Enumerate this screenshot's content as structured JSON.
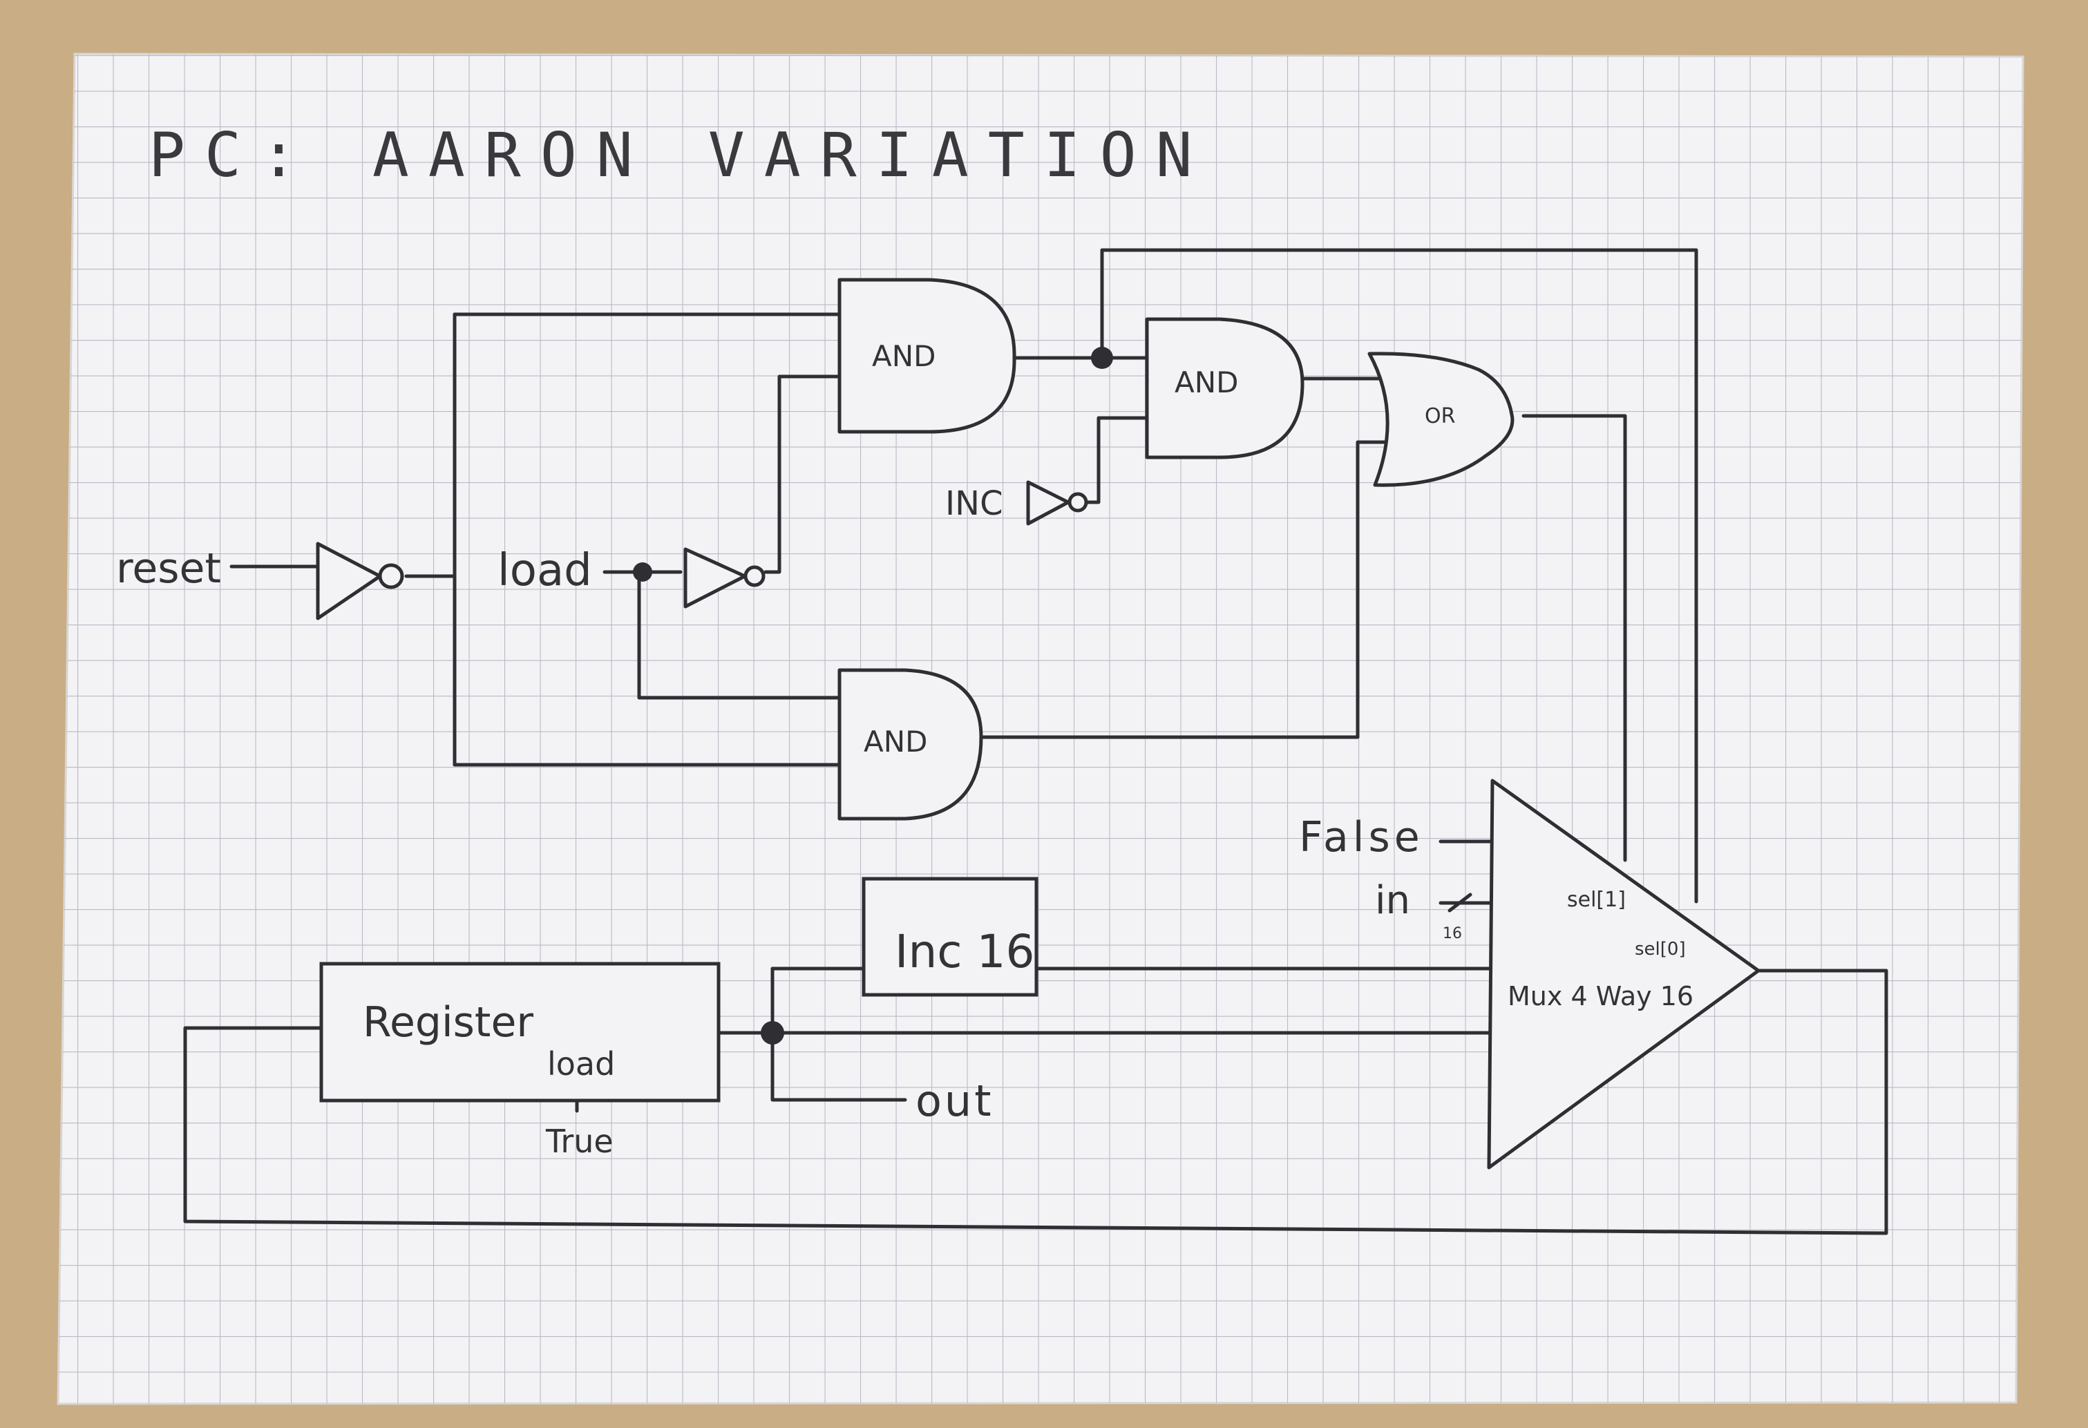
{
  "title": "PC: AARON VARIATION",
  "inputs": {
    "reset": "reset",
    "load": "load",
    "inc": "INC",
    "false": "False",
    "in": "in",
    "in_width": "16"
  },
  "gates": {
    "and_top": "AND",
    "and_mid": "AND",
    "and_bottom": "AND",
    "or": "OR"
  },
  "chips": {
    "inc16": "Inc 16",
    "register": "Register",
    "register_load": "load",
    "register_load_value": "True",
    "mux": "Mux 4 Way 16",
    "mux_sel1": "sel[1]",
    "mux_sel0": "sel[0]"
  },
  "outputs": {
    "out": "out"
  },
  "colors": {
    "background": "#c9ad84",
    "card": "#f3f2f5",
    "grid": "#b9bac6",
    "ink": "#2f2f33"
  }
}
